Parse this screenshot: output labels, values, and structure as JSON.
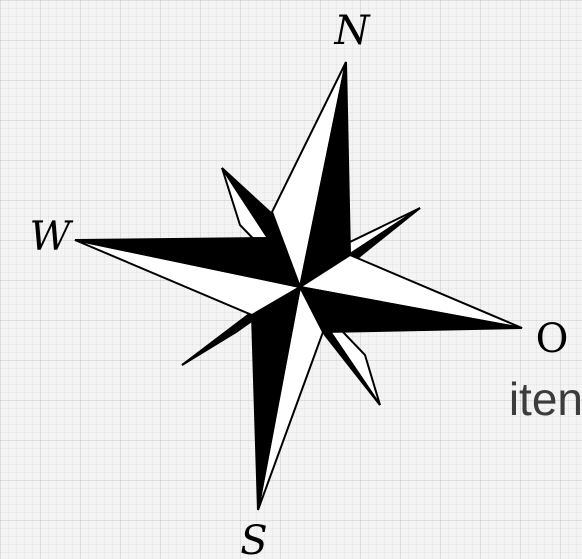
{
  "background_text": "iten",
  "compass": {
    "north": "N",
    "west": "W",
    "east": "O",
    "south": "S"
  },
  "colors": {
    "ink": "#000000",
    "paper": "#ffffff",
    "background": "#f4f4f4",
    "text": "#3c3c3c"
  }
}
